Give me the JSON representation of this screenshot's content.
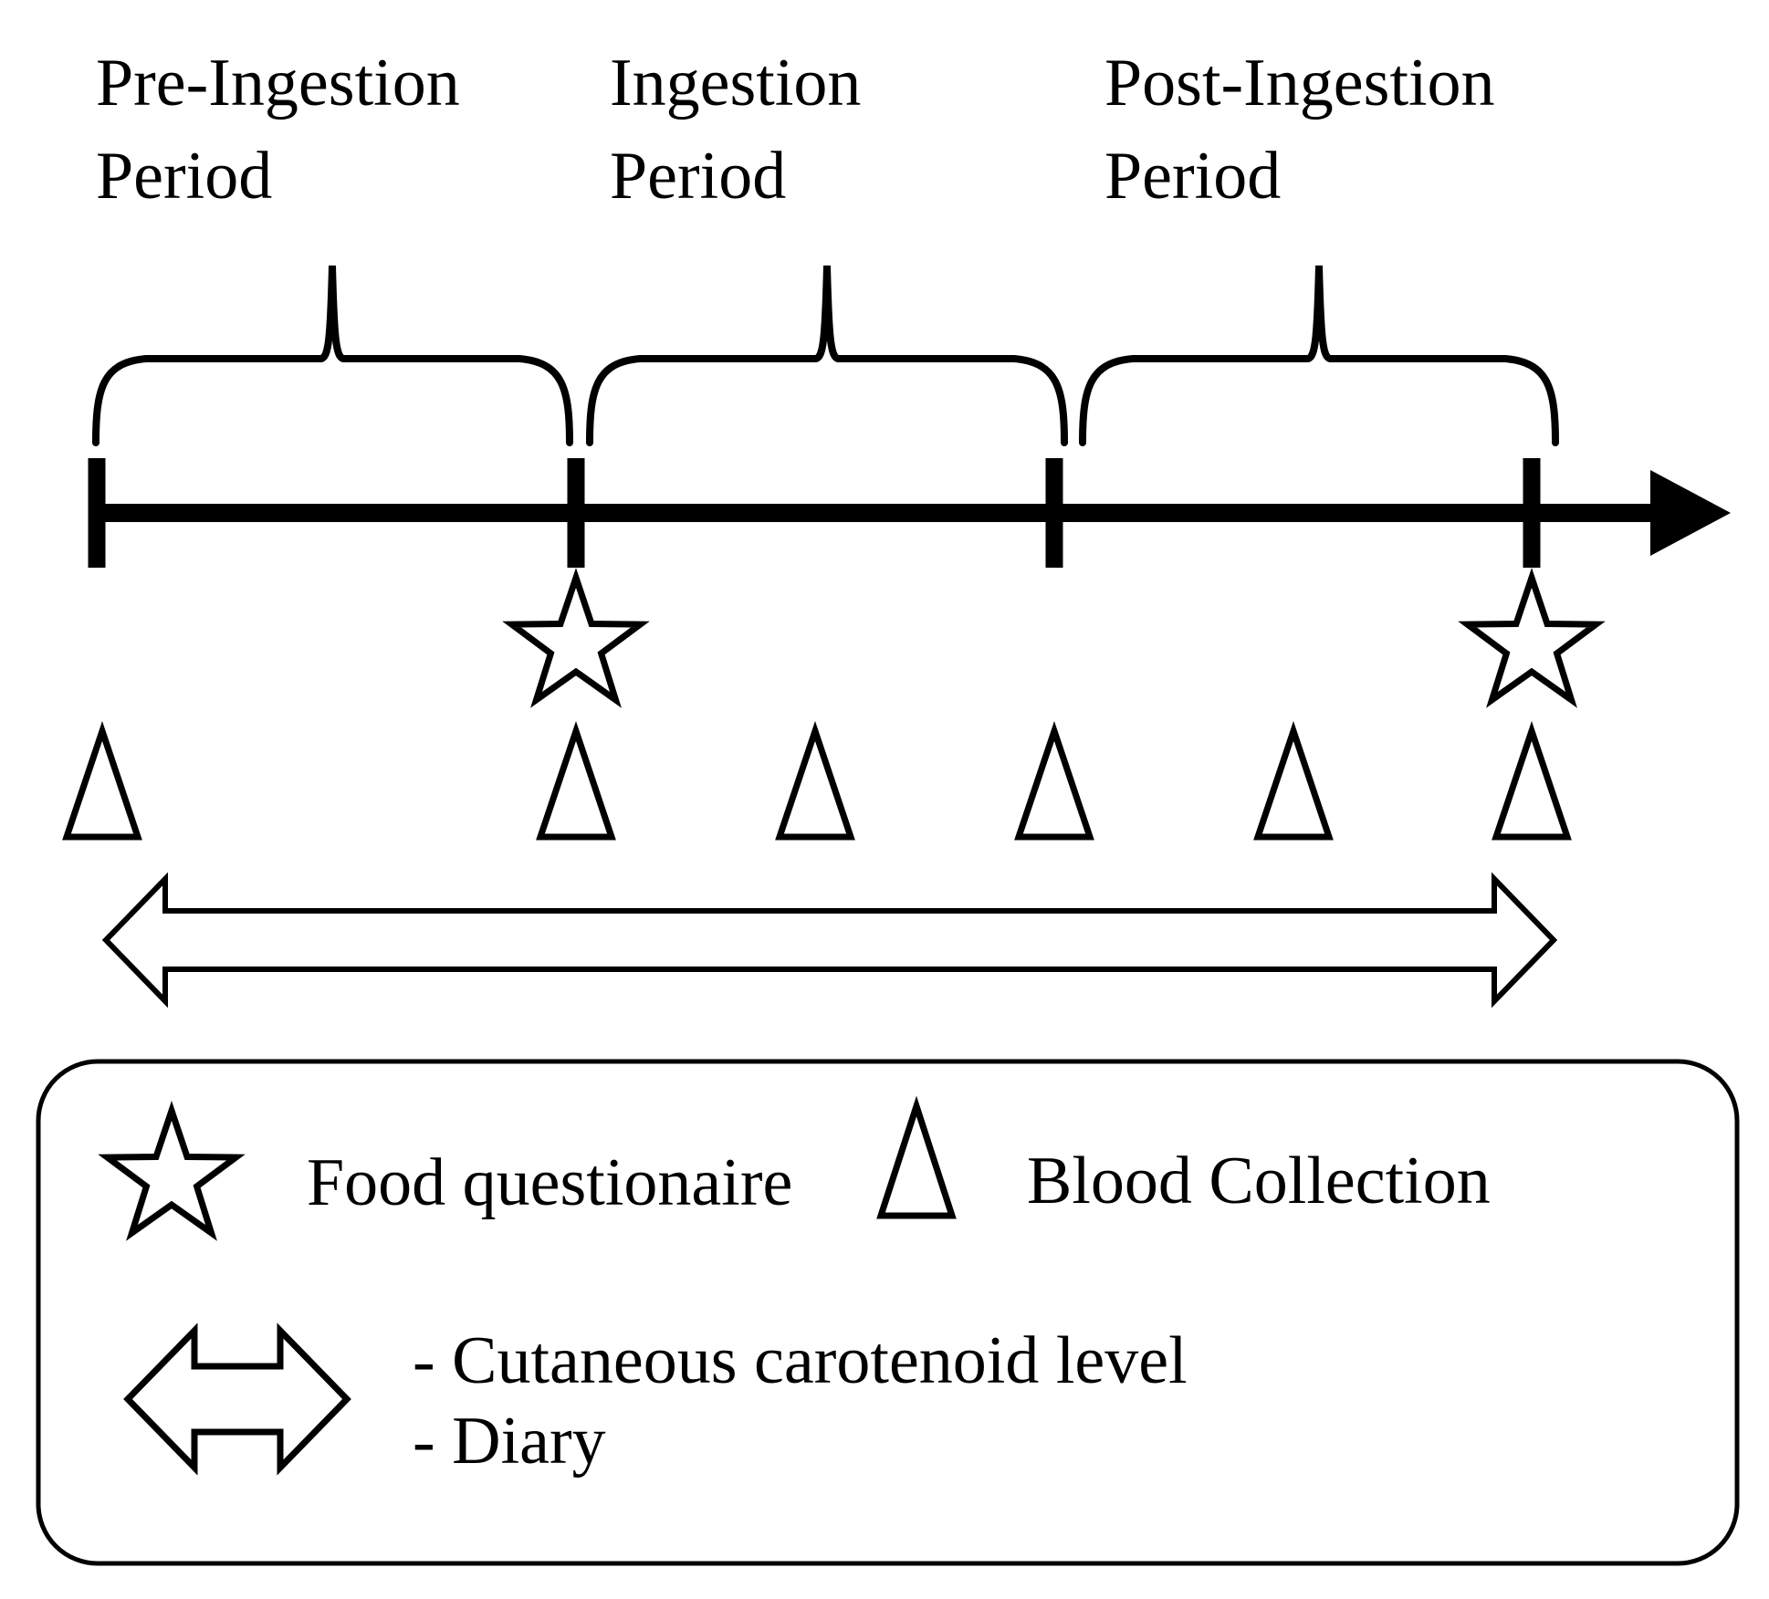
{
  "figure": {
    "title_implicit": "Study timeline diagram",
    "periods": [
      {
        "label": "Pre-Ingestion Period"
      },
      {
        "label": "Ingestion Period"
      },
      {
        "label": "Post-Ingestion Period"
      }
    ],
    "timeline": {
      "tick_count": 4,
      "food_questionnaire_marker_count": 2,
      "blood_collection_marker_count": 6,
      "continuous_measurement_span": "full study duration"
    },
    "legend": {
      "star_icon": "star-outline",
      "food_questionnaire_label": "Food questionaire",
      "triangle_icon": "triangle-outline",
      "blood_collection_label": "Blood Collection",
      "double_arrow_icon": "double-headed-arrow-outline",
      "double_arrow_lines": [
        "- Cutaneous carotenoid level",
        "- Diary"
      ]
    },
    "colors": {
      "ink": "#000000",
      "background": "#ffffff"
    }
  }
}
